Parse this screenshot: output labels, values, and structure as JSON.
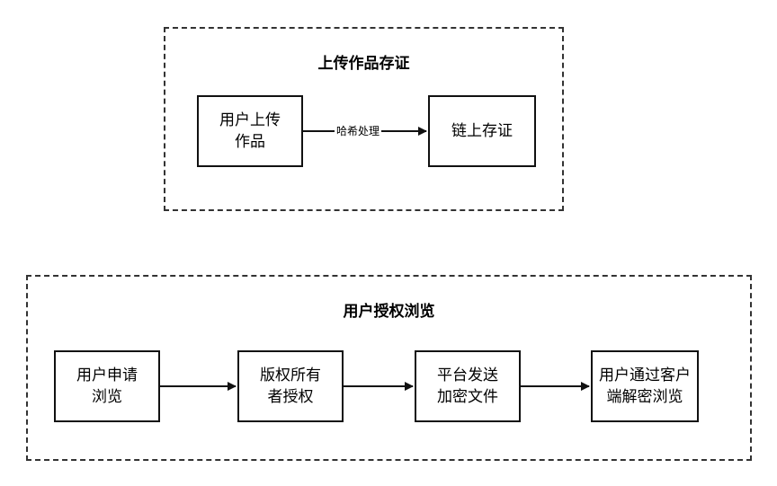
{
  "groups": [
    {
      "title": "上传作品存证",
      "nodes": [
        {
          "lines": [
            "用户上传",
            "作品"
          ]
        },
        {
          "lines": [
            "链上存证"
          ]
        }
      ],
      "edges": [
        {
          "label": "哈希处理"
        }
      ]
    },
    {
      "title": "用户授权浏览",
      "nodes": [
        {
          "lines": [
            "用户申请",
            "浏览"
          ]
        },
        {
          "lines": [
            "版权所有",
            "者授权"
          ]
        },
        {
          "lines": [
            "平台发送",
            "加密文件"
          ]
        },
        {
          "lines": [
            "用户通过客户",
            "端解密浏览"
          ]
        }
      ],
      "edges": [
        {
          "label": ""
        },
        {
          "label": ""
        },
        {
          "label": ""
        }
      ]
    }
  ]
}
